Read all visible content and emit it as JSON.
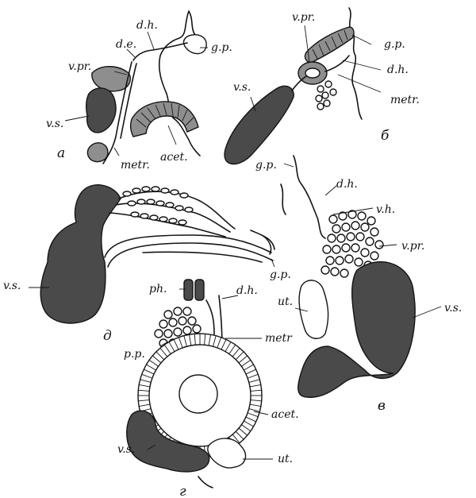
{
  "figure": {
    "panels": {
      "a": {
        "panel_label": "a",
        "labels": {
          "dh": "d.h.",
          "de": "d.e.",
          "vpr": "v.pr.",
          "vs": "v.s.",
          "gp": "g.p.",
          "metr": "metr.",
          "acet": "acet."
        }
      },
      "b": {
        "panel_label": "б",
        "labels": {
          "vpr": "v.pr.",
          "gp": "g.p.",
          "dh": "d.h.",
          "vs": "v.s.",
          "metr": "metr."
        }
      },
      "d": {
        "panel_label": "д",
        "labels": {
          "vs": "v.s.",
          "gp": "g.p."
        }
      },
      "v": {
        "panel_label": "в",
        "labels": {
          "gp": "g.p.",
          "dh": "d.h.",
          "vh": "v.h.",
          "vpr": "v.pr.",
          "ut": "ut.",
          "vs": "v.s."
        }
      },
      "g": {
        "panel_label": "г",
        "labels": {
          "ph": "ph.",
          "dh": "d.h.",
          "pp": "p.p.",
          "metr": "metr",
          "acet": "acet.",
          "vs": "v.s.",
          "ut": "ut."
        }
      }
    }
  }
}
